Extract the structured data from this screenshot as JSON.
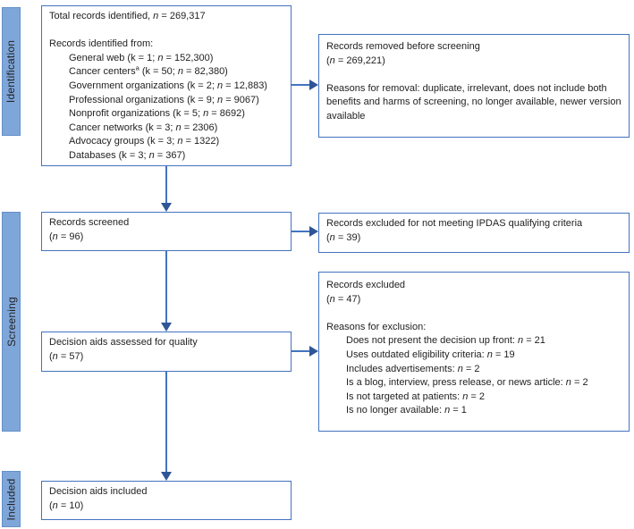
{
  "stages": [
    {
      "label": "Identification"
    },
    {
      "label": "Screening"
    },
    {
      "label": "Included"
    }
  ],
  "boxes": {
    "identified": {
      "lines": [
        {
          "t": "Total records identified, _n_ = 269,317"
        },
        {
          "t": ""
        },
        {
          "t": "Records identified from:"
        },
        {
          "t": "General web (k = 1; _n_ = 152,300)",
          "ind": 1
        },
        {
          "t": "Cancer centers^a^ (k = 50; _n_ = 82,380)",
          "ind": 1
        },
        {
          "t": "Government organizations (k = 2; _n_ = 12,883)",
          "ind": 1
        },
        {
          "t": "Professional organizations (k = 9; _n_ = 9067)",
          "ind": 1
        },
        {
          "t": "Nonprofit organizations (k = 5; _n_ = 8692)",
          "ind": 1
        },
        {
          "t": "Cancer networks (k = 3; _n_ = 2306)",
          "ind": 1
        },
        {
          "t": "Advocacy groups (k = 3; _n_ = 1322)",
          "ind": 1
        },
        {
          "t": "Databases (k = 3; _n_ = 367)",
          "ind": 1
        }
      ]
    },
    "removed": {
      "lines": [
        {
          "t": "Records removed before screening"
        },
        {
          "t": "(_n_ = 269,221)"
        },
        {
          "t": ""
        },
        {
          "t": "Reasons for removal: duplicate, irrelevant, does not include both benefits and harms of screening, no longer available, newer version available",
          "wrap": 1
        }
      ]
    },
    "screened": {
      "lines": [
        {
          "t": "Records screened"
        },
        {
          "t": "(_n_ = 96)"
        }
      ]
    },
    "excluded_screening": {
      "lines": [
        {
          "t": "Records excluded for not meeting IPDAS qualifying criteria"
        },
        {
          "t": "(_n_ = 39)"
        }
      ]
    },
    "assessed": {
      "lines": [
        {
          "t": "Decision aids assessed for quality"
        },
        {
          "t": "(_n_ = 57)"
        }
      ]
    },
    "excluded_quality": {
      "lines": [
        {
          "t": "Records excluded"
        },
        {
          "t": "(_n_ = 47)"
        },
        {
          "t": ""
        },
        {
          "t": "Reasons for exclusion:"
        },
        {
          "t": "Does not present the decision up front: _n_ = 21",
          "ind": 1
        },
        {
          "t": "Uses outdated eligibility criteria: _n_ = 19",
          "ind": 1
        },
        {
          "t": "Includes advertisements: _n_ = 2",
          "ind": 1
        },
        {
          "t": "Is a blog, interview, press release, or news article: _n_ = 2",
          "ind": 1
        },
        {
          "t": "Is not targeted at patients: _n_ = 2",
          "ind": 1
        },
        {
          "t": "Is no longer available: _n_ = 1",
          "ind": 1
        }
      ]
    },
    "included": {
      "lines": [
        {
          "t": "Decision aids included"
        },
        {
          "t": "(_n_ = 10)"
        }
      ]
    }
  },
  "colors": {
    "box_border": "#4473BF",
    "stage_fill": "#7FA6D9",
    "stage_border": "#6490C8",
    "arrow_line": "#4473BF",
    "arrow_head": "#2F5597",
    "text": "#1f1f1f"
  }
}
